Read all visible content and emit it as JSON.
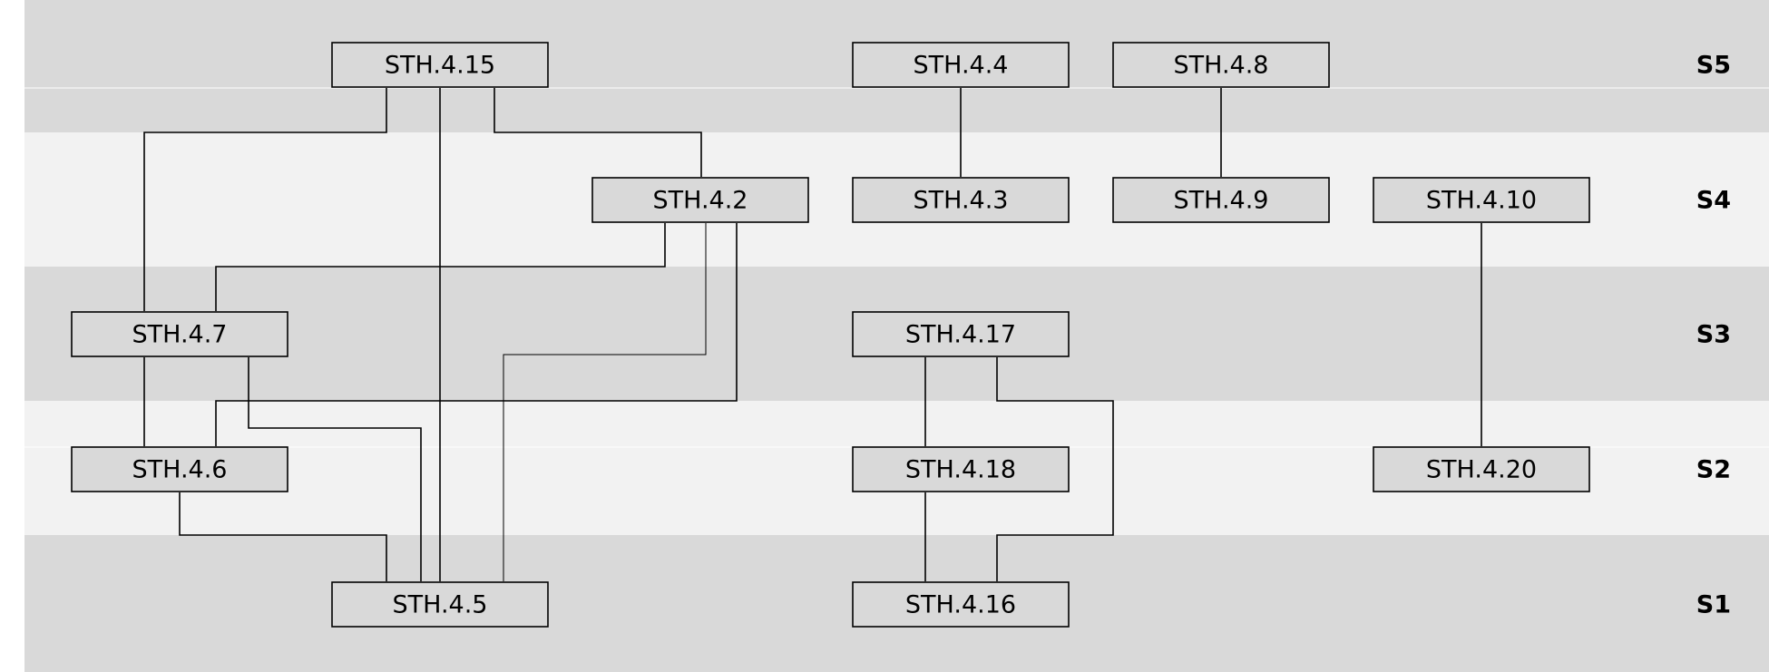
{
  "colors": {
    "band_dark": "#d9d9d9",
    "band_light": "#f2f2f2",
    "node_fill": "#d9d9d9",
    "line": "#000000"
  },
  "levels": [
    {
      "id": "S5",
      "label": "S5"
    },
    {
      "id": "S4",
      "label": "S4"
    },
    {
      "id": "S3",
      "label": "S3"
    },
    {
      "id": "S2",
      "label": "S2"
    },
    {
      "id": "S1",
      "label": "S1"
    }
  ],
  "nodes": [
    {
      "id": "n15",
      "label": "STH.4.15",
      "level": "S5"
    },
    {
      "id": "n4",
      "label": "STH.4.4",
      "level": "S5"
    },
    {
      "id": "n8",
      "label": "STH.4.8",
      "level": "S5"
    },
    {
      "id": "n2",
      "label": "STH.4.2",
      "level": "S4"
    },
    {
      "id": "n3",
      "label": "STH.4.3",
      "level": "S4"
    },
    {
      "id": "n9",
      "label": "STH.4.9",
      "level": "S4"
    },
    {
      "id": "n10",
      "label": "STH.4.10",
      "level": "S4"
    },
    {
      "id": "n7",
      "label": "STH.4.7",
      "level": "S3"
    },
    {
      "id": "n17",
      "label": "STH.4.17",
      "level": "S3"
    },
    {
      "id": "n6",
      "label": "STH.4.6",
      "level": "S2"
    },
    {
      "id": "n18",
      "label": "STH.4.18",
      "level": "S2"
    },
    {
      "id": "n20",
      "label": "STH.4.20",
      "level": "S2"
    },
    {
      "id": "n5",
      "label": "STH.4.5",
      "level": "S1"
    },
    {
      "id": "n16",
      "label": "STH.4.16",
      "level": "S1"
    }
  ],
  "edges": [
    {
      "from": "n15",
      "to": "n7"
    },
    {
      "from": "n15",
      "to": "n5"
    },
    {
      "from": "n15",
      "to": "n2"
    },
    {
      "from": "n4",
      "to": "n3"
    },
    {
      "from": "n8",
      "to": "n9"
    },
    {
      "from": "n2",
      "to": "n7"
    },
    {
      "from": "n2",
      "to": "n5"
    },
    {
      "from": "n2",
      "to": "n6"
    },
    {
      "from": "n10",
      "to": "n20"
    },
    {
      "from": "n7",
      "to": "n6"
    },
    {
      "from": "n7",
      "to": "n5"
    },
    {
      "from": "n6",
      "to": "n5"
    },
    {
      "from": "n17",
      "to": "n18"
    },
    {
      "from": "n17",
      "to": "n16"
    },
    {
      "from": "n18",
      "to": "n16"
    }
  ]
}
